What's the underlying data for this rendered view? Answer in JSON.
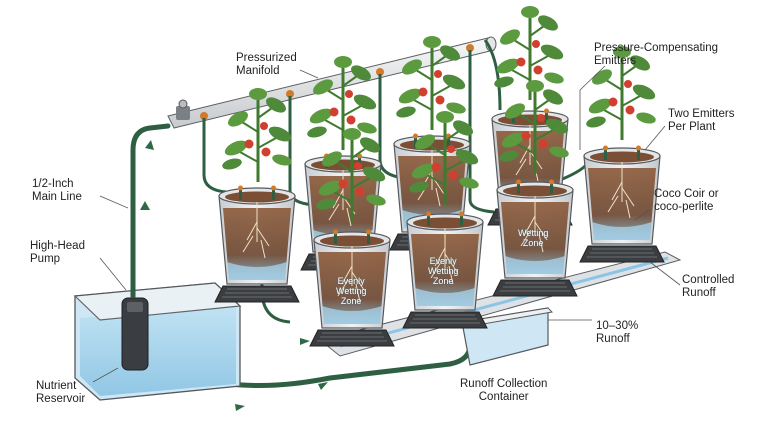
{
  "labels": {
    "manifold": [
      "Pressurized",
      "Manifold"
    ],
    "emitters": [
      "Pressure-Compensating",
      "Emitters"
    ],
    "two_emitters": [
      "Two Emitters",
      "Per Plant"
    ],
    "main_line": [
      "1/2-Inch",
      "Main Line"
    ],
    "pump": [
      "High-Head",
      "Pump"
    ],
    "coco": [
      "Coco Coir or",
      "coco-perlite"
    ],
    "controlled_runoff": [
      "Controlled",
      "Runoff"
    ],
    "runoff_pct": [
      "10–30%",
      "Runoff"
    ],
    "reservoir": [
      "Nutrient",
      "Reservoir"
    ],
    "collection": [
      "Runoff Collection",
      "Container"
    ]
  },
  "zones": {
    "front_left": [
      "Evenly",
      "Wetting",
      "Zone"
    ],
    "front_mid": [
      "Evenly",
      "Wetting",
      "Zone"
    ],
    "back_right": [
      "Wetting",
      "Zone"
    ]
  },
  "colors": {
    "tube": "#2f5f43",
    "pipe": "#e9eaec",
    "pot": "#d9dcdf",
    "soil": "#8a5a3b",
    "water": "#9fd0ea",
    "leaf": "#4f8a3a",
    "tomato": "#d0402e"
  }
}
